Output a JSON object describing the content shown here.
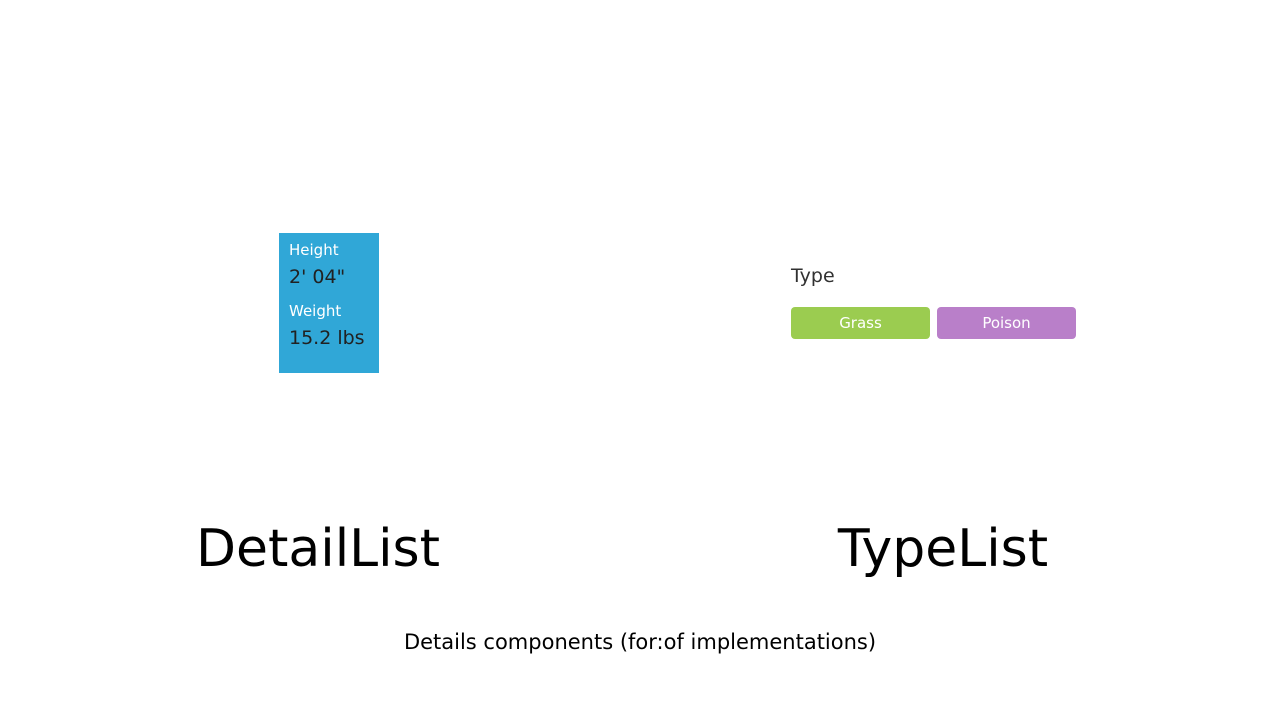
{
  "detail_list": {
    "items": [
      {
        "label": "Height",
        "value": "2' 04\""
      },
      {
        "label": "Weight",
        "value": "15.2 lbs"
      }
    ],
    "background_color": "#30a7d7"
  },
  "type_list": {
    "heading": "Type",
    "types": [
      {
        "name": "Grass",
        "color": "#9bcc50"
      },
      {
        "name": "Poison",
        "color": "#b97fc9"
      }
    ]
  },
  "captions": {
    "left": "DetailList",
    "right": "TypeList"
  },
  "footer": {
    "note": "Details components (for:of implementations)"
  }
}
